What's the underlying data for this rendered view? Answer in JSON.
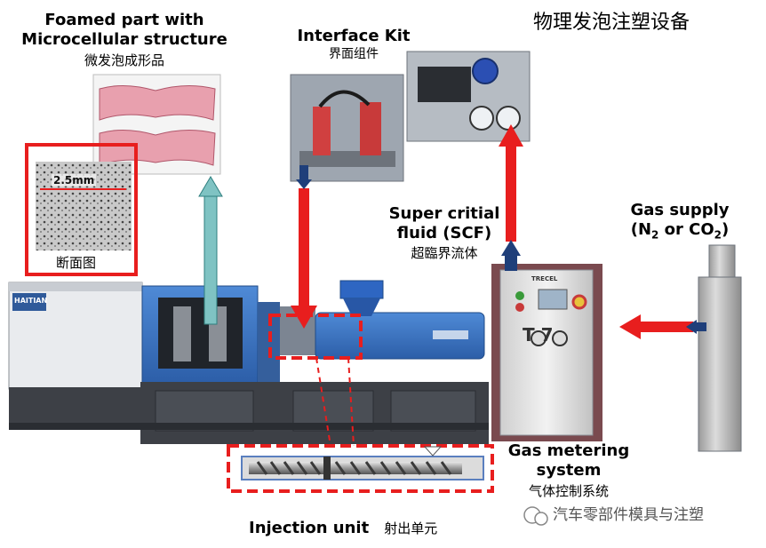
{
  "title": "物理发泡注塑设备",
  "foamed_part": {
    "line1": "Foamed part with",
    "line2": "Microcellular structure",
    "zh": "微发泡成形品"
  },
  "cross_section": {
    "scale": "2.5mm",
    "zh": "断面图"
  },
  "interface_kit": {
    "en": "Interface Kit",
    "zh": "界面组件"
  },
  "scf": {
    "line1": "Super critial",
    "line2": "fluid (SCF)",
    "zh": "超臨界流体"
  },
  "gas_supply": {
    "line1": "Gas supply",
    "line2": "(N2 or CO2)"
  },
  "gas_metering": {
    "line1": "Gas metering",
    "line2": "system",
    "zh": "气体控制系统"
  },
  "injection_unit": {
    "en": "Injection unit",
    "zh": "射出单元"
  },
  "machine_brand": "HAITIAN",
  "metering_panel": {
    "brand": "TRECEL",
    "marks": "T 7"
  },
  "watermark": "汽车零部件模具与注塑",
  "colors": {
    "red": "#e81e1e",
    "teal": "#7fc3c3",
    "navy": "#1f3f7a",
    "machine_blue": "#3a73c4",
    "dark_gray": "#3d4046"
  }
}
